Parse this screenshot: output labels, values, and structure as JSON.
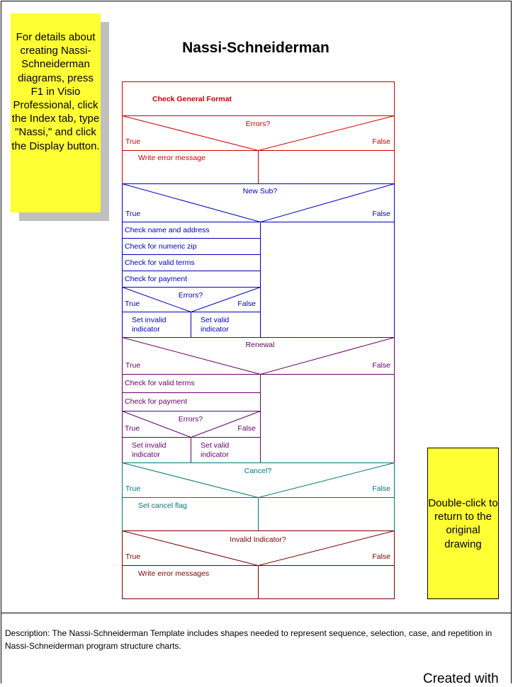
{
  "title": "Nassi-Schneiderman",
  "note_details": "For details about creating Nassi-Schneiderman diagrams, press F1 in Visio Professional, click the Index tab, type \"Nassi,\" and click the Display button.",
  "note_return": "Double-click to return to the original drawing",
  "description": "Description:  The Nassi-Schneiderman Template includes shapes needed to represent sequence, selection, case, and repetition in Nassi-Schneiderman program structure charts.",
  "created_with": "Created with",
  "colors": {
    "red": "#cc0000",
    "blue": "#0000b8",
    "purple": "#660066",
    "teal": "#007878",
    "maroon": "#7a0000",
    "note_yellow": "#ffff33"
  },
  "diagram": {
    "header": "Check General Format",
    "d1": {
      "question": "Errors?",
      "true": "True",
      "false": "False",
      "action": "Write error message"
    },
    "d2": {
      "question": "New Sub?",
      "true": "True",
      "false": "False",
      "steps": [
        "Check name and address",
        "Check for numeric zip",
        "Check for valid terms",
        "Check for payment"
      ],
      "nested": {
        "question": "Errors?",
        "true": "True",
        "false": "False",
        "left": [
          "Set invalid",
          "indicator"
        ],
        "right": [
          "Set valid",
          "indicator"
        ]
      }
    },
    "d3": {
      "question": "Renewal",
      "true": "True",
      "false": "False",
      "steps": [
        "Check for valid terms",
        "Check for payment"
      ],
      "nested": {
        "question": "Errors?",
        "true": "True",
        "false": "False",
        "left": [
          "Set invalid",
          "indicator"
        ],
        "right": [
          "Set valid",
          "indicator"
        ]
      }
    },
    "d4": {
      "question": "Cancel?",
      "true": "True",
      "false": "False",
      "action": "Set cancel flag"
    },
    "d5": {
      "question": "Invalid Indicator?",
      "true": "True",
      "false": "False",
      "action": "Write error messages"
    }
  }
}
